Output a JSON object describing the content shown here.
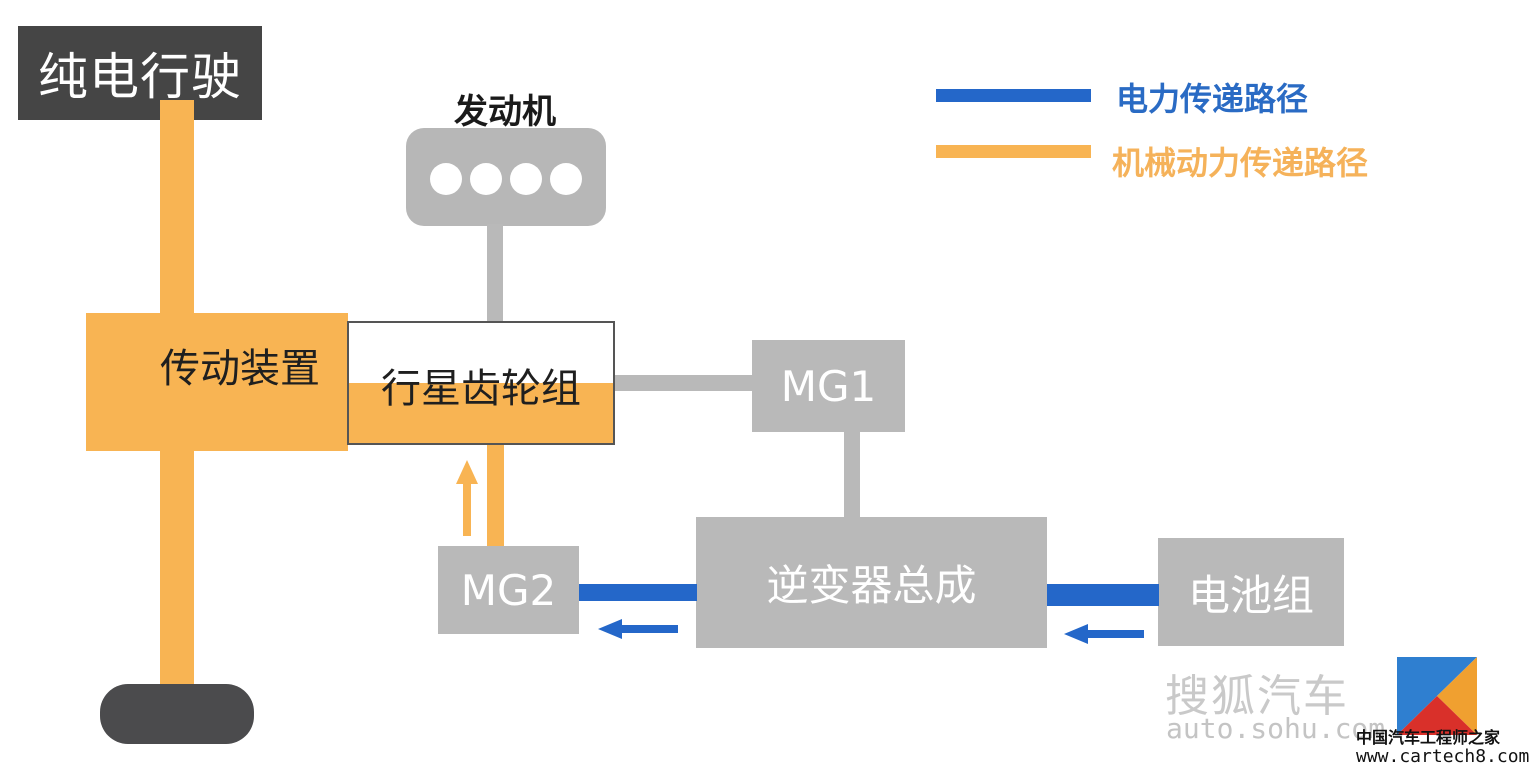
{
  "mode_title": "纯电行驶",
  "engine": {
    "label": "发动机"
  },
  "transmission": {
    "label": "传动装置"
  },
  "planetary_gear": {
    "label": "行星齿轮组"
  },
  "mg1": {
    "label": "MG1"
  },
  "mg2": {
    "label": "MG2"
  },
  "inverter": {
    "label": "逆变器总成"
  },
  "battery": {
    "label": "电池组"
  },
  "legend": {
    "electric_path": {
      "label": "电力传递路径",
      "color": "#2467c9"
    },
    "mechanical_path": {
      "label": "机械动力传递路径",
      "color": "#f8b453"
    }
  },
  "colors": {
    "component_gray": "#b9b9b9",
    "wheel": "#4b4b4d"
  },
  "watermarks": {
    "sohu_name": "搜狐汽车",
    "sohu_url": "auto.sohu.com",
    "cartech_name": "中国汽车工程师之家",
    "cartech_url": "www.cartech8.com"
  }
}
